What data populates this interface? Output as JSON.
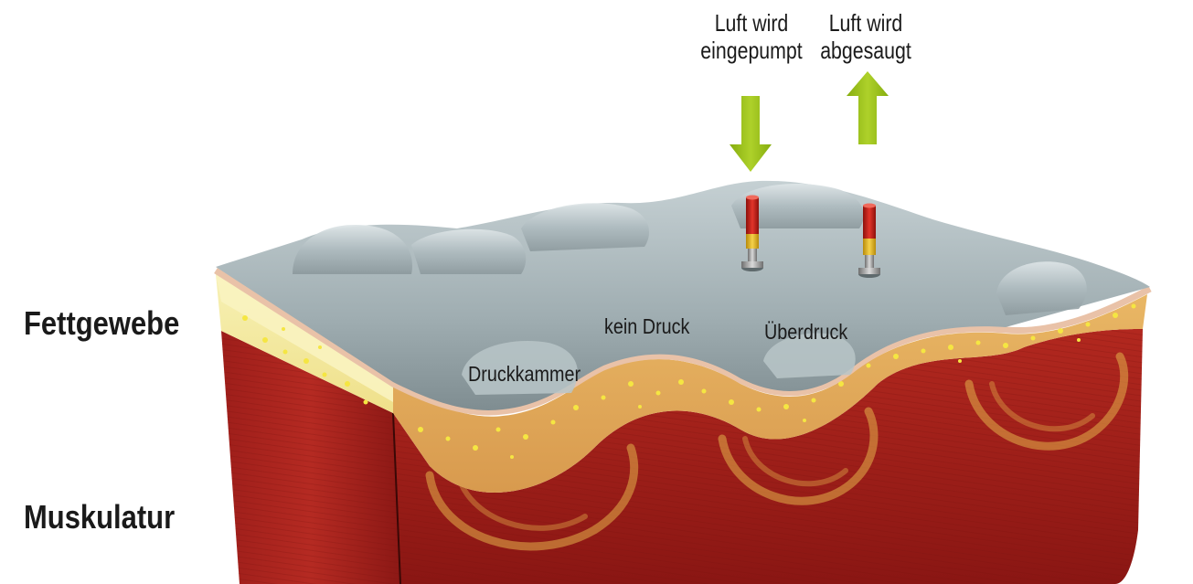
{
  "labels": {
    "fat_tissue": "Fettgewebe",
    "muscle": "Muskulatur",
    "air_in_line1": "Luft wird",
    "air_in_line2": "eingepumpt",
    "air_out_line1": "Luft wird",
    "air_out_line2": "abgesaugt",
    "no_pressure": "kein Druck",
    "overpressure": "Überdruck",
    "pressure_chamber": "Druckkammer"
  },
  "colors": {
    "arrow_green": "#9bc21a",
    "muscle_red": "#a8201c",
    "fat_yellow": "#f4ec9a",
    "membrane_gray": "#a9b7bb",
    "valve_red": "#d4231b",
    "valve_yellow": "#f0c419"
  },
  "icons": {
    "arrow_in": "arrow-down-icon",
    "arrow_out": "arrow-up-icon"
  }
}
